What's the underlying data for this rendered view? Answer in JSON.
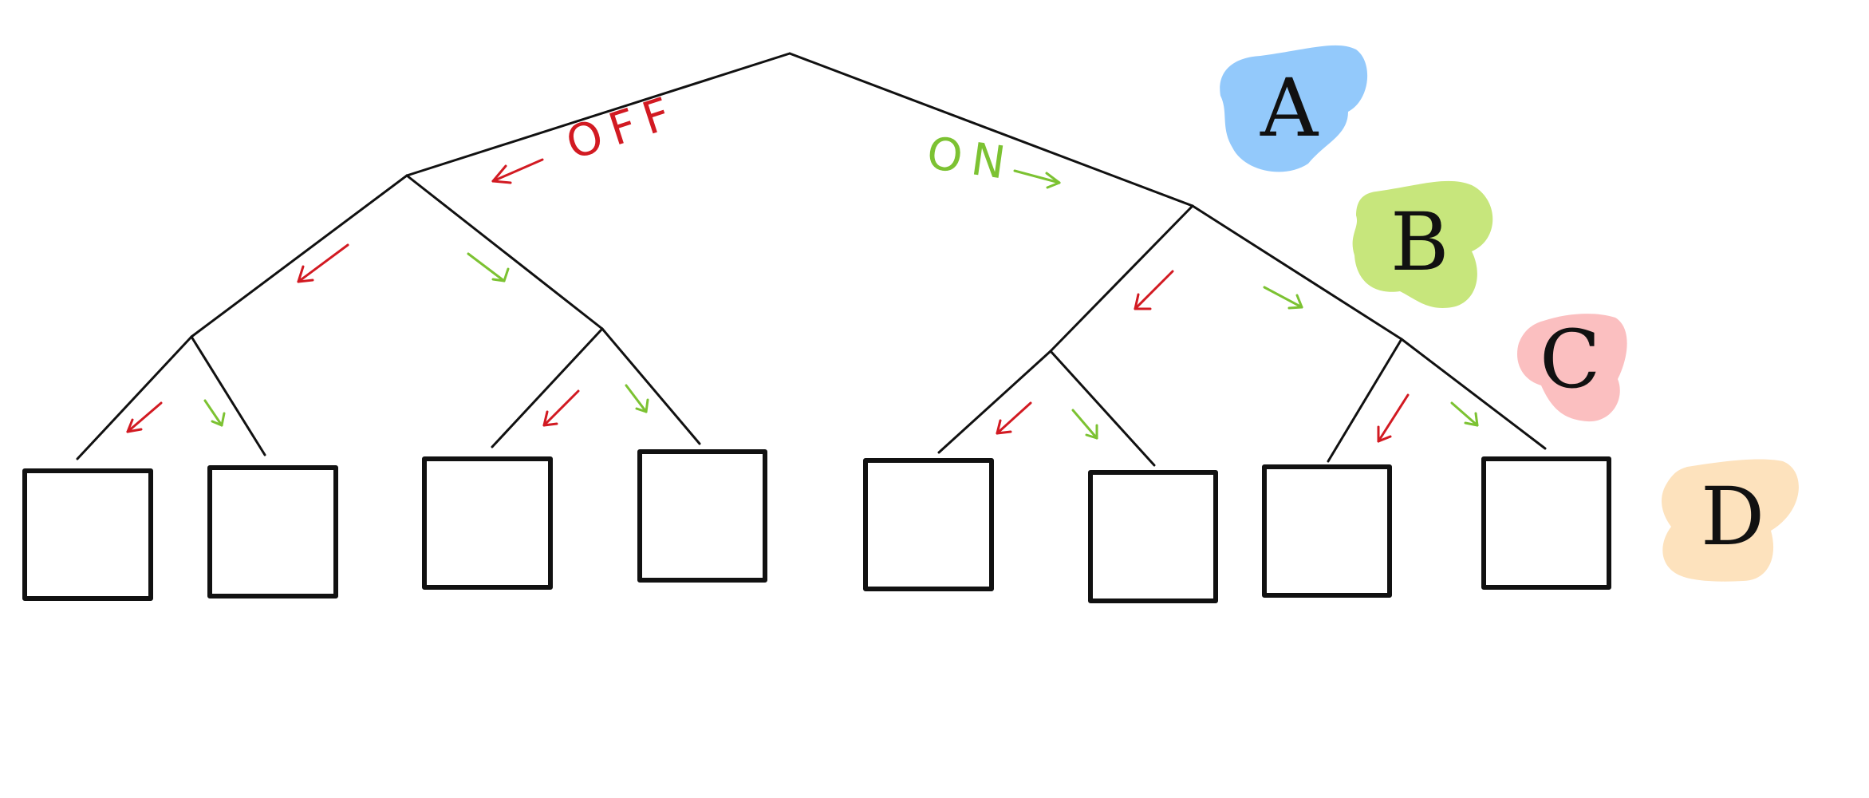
{
  "edge_labels": {
    "off": {
      "text": "OFF",
      "color": "#d21a22"
    },
    "on": {
      "text": "ON",
      "color": "#7cc232"
    }
  },
  "levels": [
    {
      "letter": "A",
      "color": "#93c9fb"
    },
    {
      "letter": "B",
      "color": "#c7e67c"
    },
    {
      "letter": "C",
      "color": "#fbbfc0"
    },
    {
      "letter": "D",
      "color": "#fde2bd"
    }
  ],
  "arrow_colors": {
    "off": "#d21a22",
    "on": "#7cc232"
  },
  "leaf_count": 8
}
